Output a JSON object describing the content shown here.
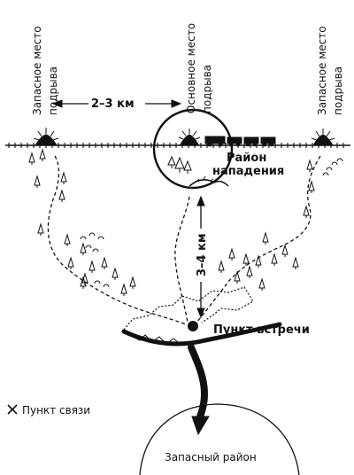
{
  "labels": {
    "reserve_left": [
      "Запасное место",
      "подрыва"
    ],
    "main_site": [
      "Основное место",
      "подрыва"
    ],
    "reserve_right": [
      "Запасное место",
      "подрыва"
    ],
    "distance_rail": "2–3 км",
    "attack_area": [
      "Район",
      "нападения"
    ],
    "distance_meet": "3–4 км",
    "meeting_point": "Пункт встречи",
    "reserve_area": "Запасный район",
    "contact_point": "Пункт связи"
  },
  "colors": {
    "ink": "#111111",
    "paper": "#ffffff"
  },
  "icons": {
    "blast": "explosion-icon",
    "contact": "cross-icon",
    "tree": "tree-icon",
    "bush": "bush-icon"
  }
}
